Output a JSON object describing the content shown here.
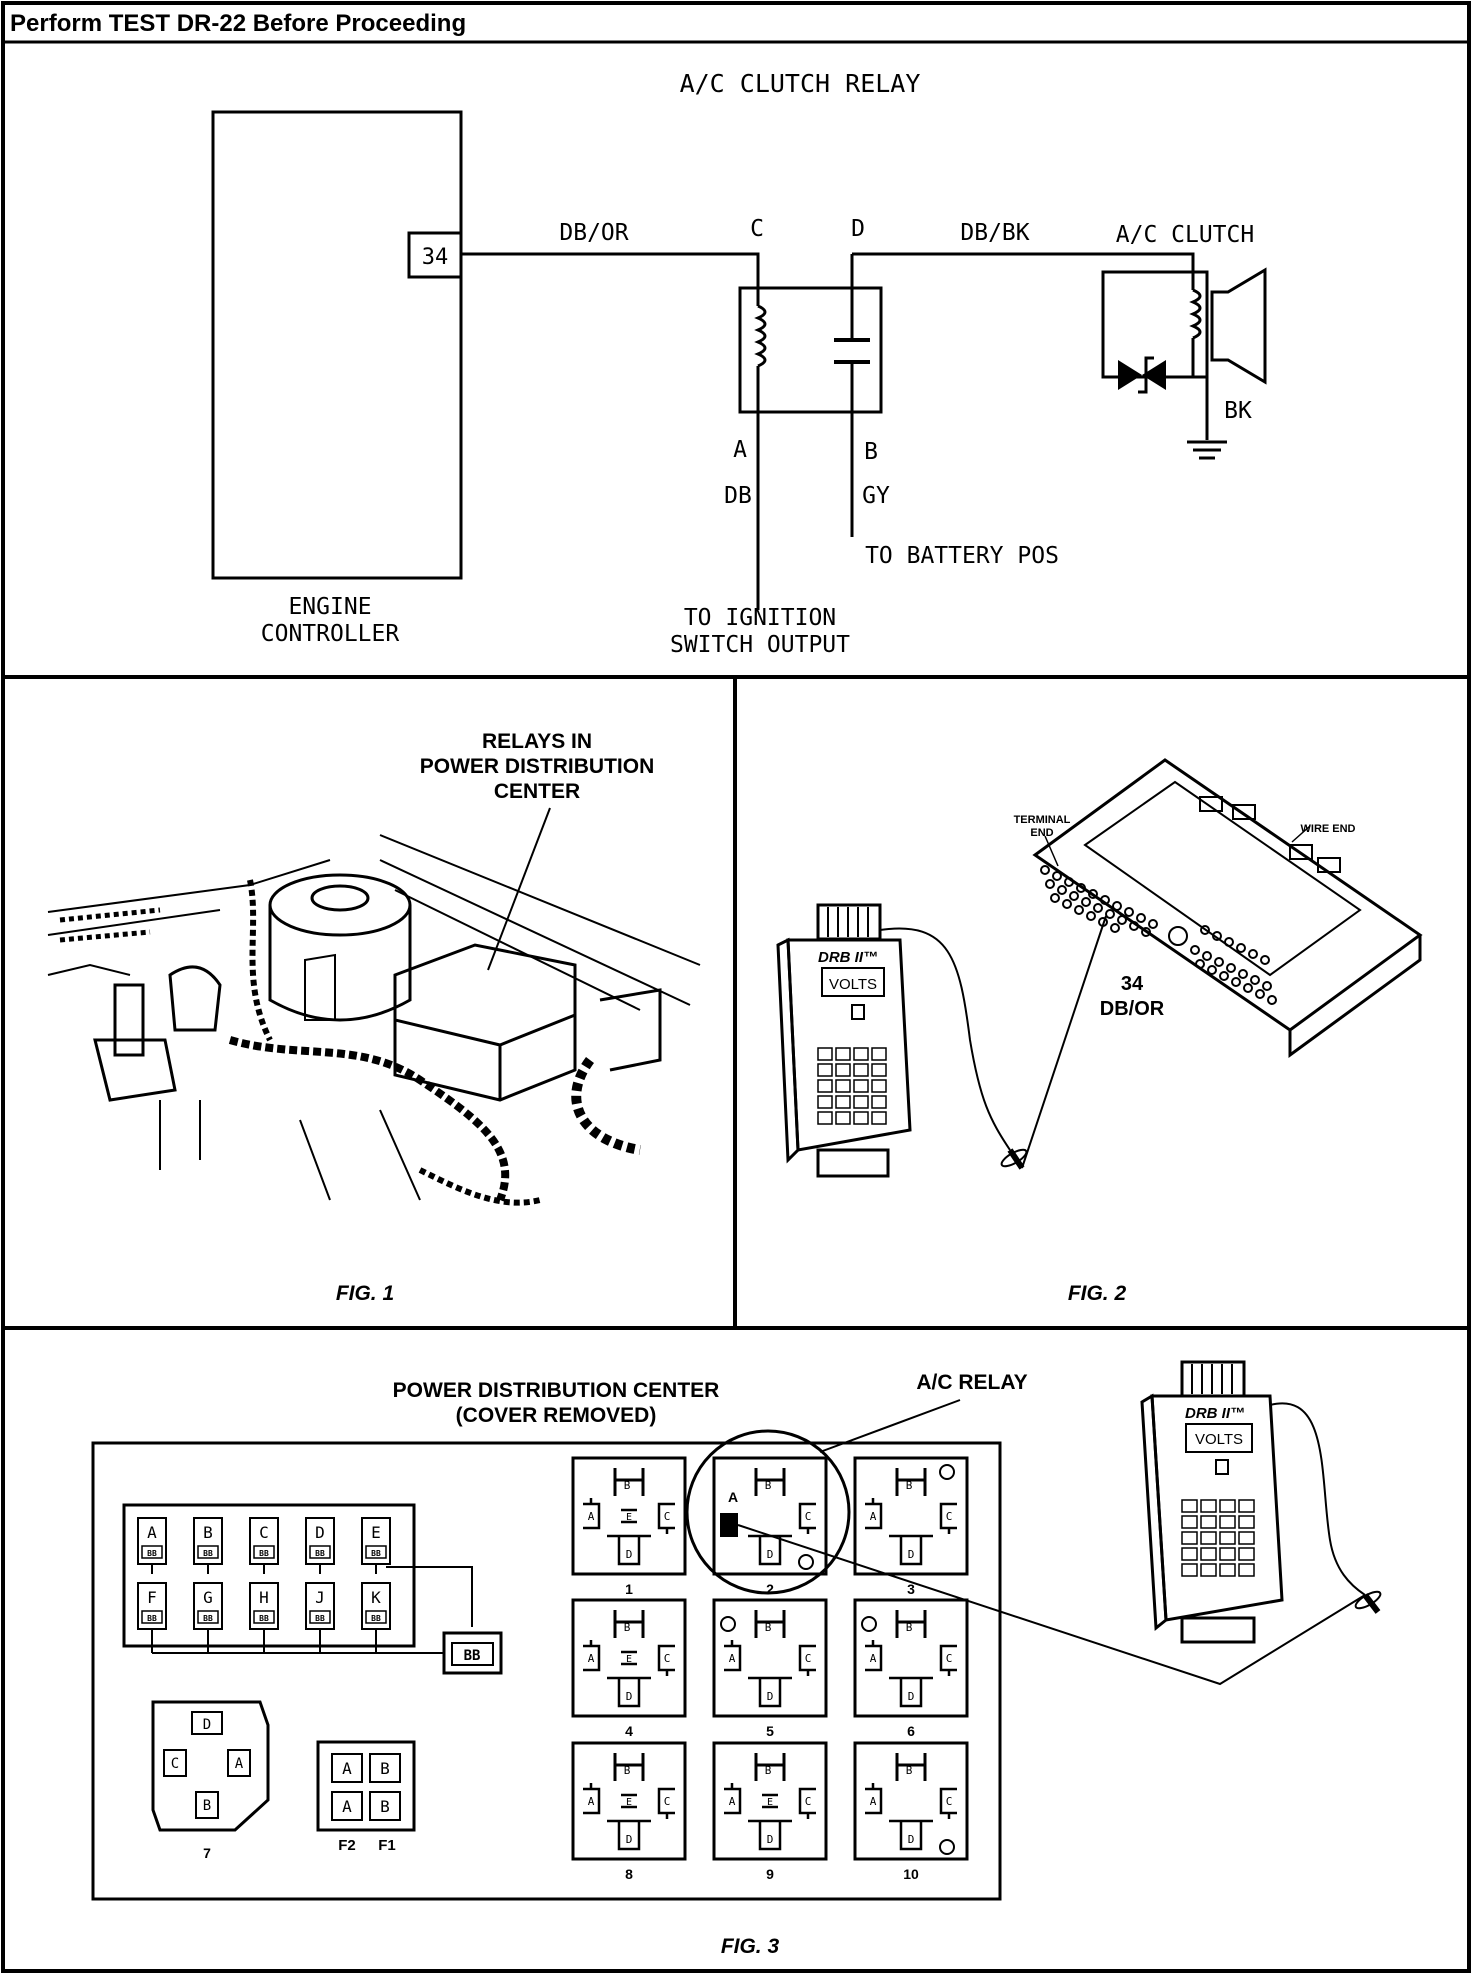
{
  "header": {
    "title": "Perform TEST DR-22 Before Proceeding"
  },
  "schematic": {
    "title": "A/C CLUTCH RELAY",
    "controller_pin": "34",
    "controller_label_1": "ENGINE",
    "controller_label_2": "CONTROLLER",
    "wire_c": "DB/OR",
    "wire_d": "DB/BK",
    "term_c": "C",
    "term_d": "D",
    "term_a": "A",
    "term_b": "B",
    "wire_a": "DB",
    "wire_b": "GY",
    "clutch_label": "A/C CLUTCH",
    "ground_wire": "BK",
    "battery_label": "TO BATTERY POS",
    "ignition_label_1": "TO IGNITION",
    "ignition_label_2": "SWITCH OUTPUT"
  },
  "fig1": {
    "callout_1": "RELAYS IN",
    "callout_2": "POWER DISTRIBUTION",
    "callout_3": "CENTER",
    "caption": "FIG. 1"
  },
  "fig2": {
    "terminal_end_1": "TERMINAL",
    "terminal_end_2": "END",
    "wire_end": "WIRE END",
    "pin_number": "34",
    "pin_wire": "DB/OR",
    "tester_brand": "DRB II™",
    "tester_display": "VOLTS",
    "caption": "FIG. 2"
  },
  "fig3": {
    "title_1": "POWER DISTRIBUTION CENTER",
    "title_2": "(COVER REMOVED)",
    "relay_callout": "A/C RELAY",
    "fuse_top": [
      "A",
      "B",
      "C",
      "D",
      "E"
    ],
    "fuse_bottom": [
      "F",
      "G",
      "H",
      "J",
      "K"
    ],
    "fuse_inner": "BB",
    "bus_label": "BB",
    "connector_7_letters": {
      "top": "D",
      "left": "C",
      "right": "A",
      "bottom": "B"
    },
    "connector_7_num": "7",
    "small_fuse_letters": [
      "A",
      "B",
      "A",
      "B"
    ],
    "small_fuse_labels": [
      "F2",
      "F1"
    ],
    "relay_numbers": [
      "1",
      "2",
      "3",
      "4",
      "5",
      "6",
      "8",
      "9",
      "10"
    ],
    "relay_pin_letters": [
      "A",
      "B",
      "C",
      "D",
      "E"
    ],
    "probe_pin": "A",
    "tester_brand": "DRB II™",
    "tester_display": "VOLTS",
    "caption": "FIG. 3"
  }
}
